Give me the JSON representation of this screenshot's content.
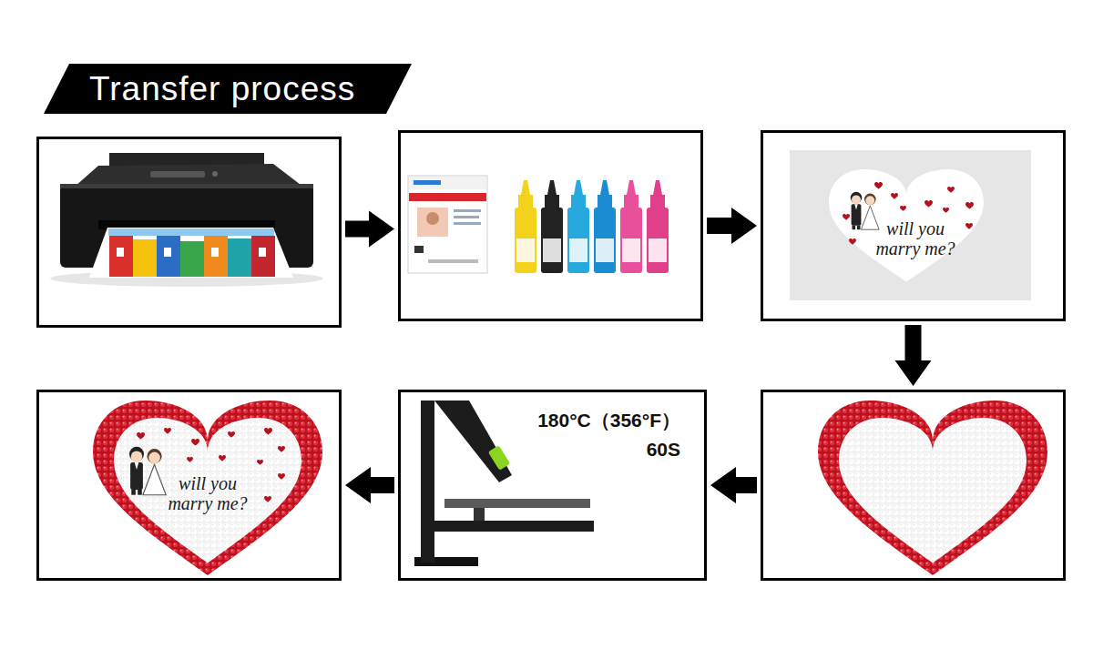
{
  "diagram": {
    "title": "Transfer process",
    "nodes": [
      {
        "text": []
      },
      {
        "text": []
      },
      {
        "text": [
          "will you marry me?"
        ]
      },
      {
        "text": []
      },
      {
        "text": [
          "180°C（356°F）",
          "60S"
        ]
      },
      {
        "text": [
          "will you marry me?"
        ]
      }
    ],
    "edges": [
      {
        "from": 0,
        "to": 1,
        "arrow": "to"
      },
      {
        "from": 1,
        "to": 2,
        "arrow": "to"
      },
      {
        "from": 2,
        "to": 3,
        "arrow": "to"
      },
      {
        "from": 3,
        "to": 4,
        "arrow": "to"
      },
      {
        "from": 4,
        "to": 5,
        "arrow": "to"
      }
    ]
  }
}
